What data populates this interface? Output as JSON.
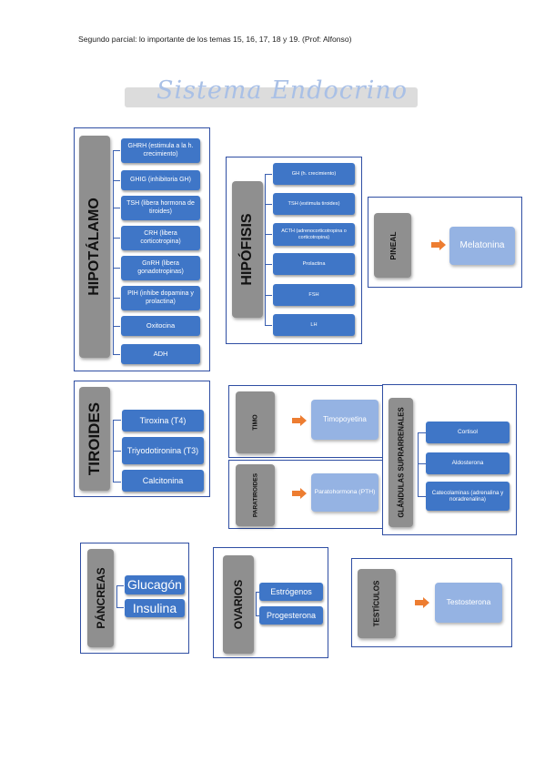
{
  "header": "Segundo parcial: lo importante de los temas 15, 16, 17, 18 y 19. (Prof: Alfonso)",
  "title": "Sistema Endocrino",
  "hipotalamo": {
    "label": "HIPOTÁLAMO",
    "items": [
      "GHRH (estimula a la h. crecimiento)",
      "GHIG (inhibitoria GH)",
      "TSH (libera hormona de tiroides)",
      "CRH (libera corticotropina)",
      "GnRH (libera gonadotropinas)",
      "PIH (inhibe dopamina y prolactina)",
      "Oxitocina",
      "ADH"
    ]
  },
  "hipofisis": {
    "label": "HIPÓFISIS",
    "items": [
      "GH (h. crecimiento)",
      "TSH (estimula tiroides)",
      "ACTH (adrenocorticotropina o corticotropina)",
      "Prolactina",
      "FSH",
      "LH"
    ]
  },
  "pineal": {
    "label": "PINEAL",
    "items": [
      "Melatonina"
    ]
  },
  "tiroides": {
    "label": "TIROIDES",
    "items": [
      "Tiroxina (T4)",
      "Triyodotironina (T3)",
      "Calcitonina"
    ]
  },
  "timo": {
    "label": "TIMO",
    "items": [
      "Timopoyetina"
    ]
  },
  "paratiroides": {
    "label": "PARATIROIDES",
    "items": [
      "Paratohormona (PTH)"
    ]
  },
  "suprarrenales": {
    "label": "GLÁNDULAS SUPRARRENALES",
    "items": [
      "Cortisol",
      "Aldosterona",
      "Catecolaminas (adrenalina y noradrenalina)"
    ]
  },
  "pancreas": {
    "label": "PÁNCREAS",
    "items": [
      "Glucagón",
      "Insulina"
    ]
  },
  "ovarios": {
    "label": "OVARIOS",
    "items": [
      "Estrógenos",
      "Progesterona"
    ]
  },
  "testiculos": {
    "label": "TESTÍCULOS",
    "items": [
      "Testosterona"
    ]
  },
  "colors": {
    "frame": "#2f4ea3",
    "dark_box": "#3f76c7",
    "light_box": "#95b3e3",
    "label_box": "#8f8f8f",
    "arrow": "#ed7d31",
    "title": "#a9c0e6"
  }
}
